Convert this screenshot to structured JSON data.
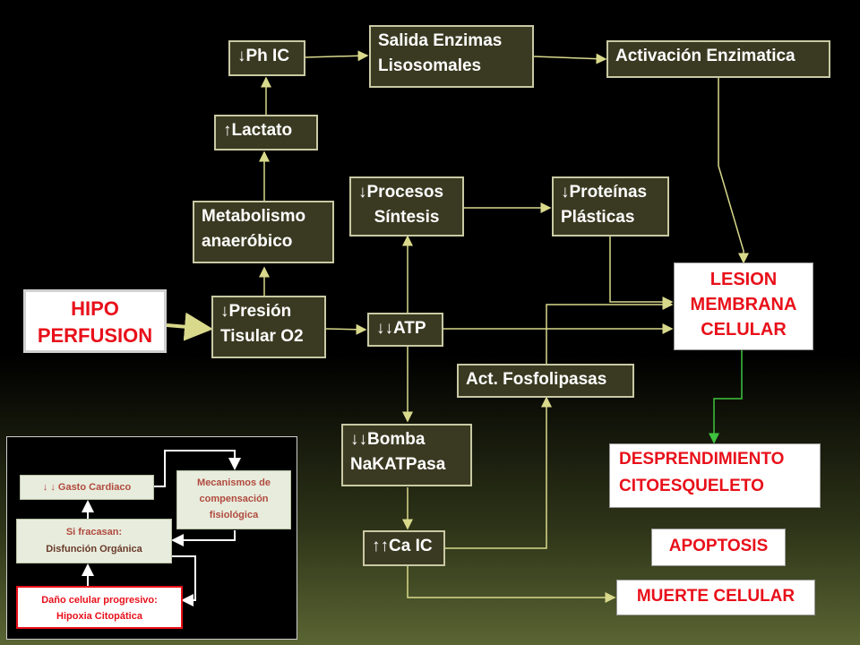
{
  "main": {
    "hipoperfusion": [
      "HIPO",
      "PERFUSION"
    ],
    "presion": [
      "↓Presión",
      "Tisular O2"
    ],
    "metabolismo": [
      "Metabolismo",
      "anaeróbico"
    ],
    "lactato": "↑Lactato",
    "ph": "↓Ph IC",
    "enzimas": [
      "Salida Enzimas",
      "Lisosomales"
    ],
    "activacion": "Activación Enzimatica",
    "procesos": [
      "↓Procesos",
      "Síntesis"
    ],
    "proteinas": [
      "↓Proteínas",
      "Plásticas"
    ],
    "atp": "↓↓ATP",
    "fosfolipasas": "Act. Fosfolipasas",
    "bomba": [
      "↓↓Bomba",
      "NaKATPasa"
    ],
    "ca": "↑↑Ca IC",
    "lesion": [
      "LESION",
      "MEMBRANA",
      "CELULAR"
    ],
    "desprendimiento": [
      "DESPRENDIMIENTO",
      "CITOESQUELETO"
    ],
    "apoptosis": "APOPTOSIS",
    "muerte": "MUERTE CELULAR"
  },
  "inset": {
    "gasto": "↓ ↓ Gasto Cardiaco",
    "mecanismos": [
      "Mecanismos de",
      "compensación",
      "fisiológica"
    ],
    "fracasan": [
      "Si fracasan:",
      "Disfunción Orgánica"
    ],
    "dano": [
      "Daño celular progresivo:",
      "Hipoxia Citopática"
    ]
  },
  "colors": {
    "box_fill": "#3a3a22",
    "box_border": "#c9c9a4",
    "arrow": "#d9d98c",
    "accent_green": "#3fc43f",
    "red_text": "#e8101a"
  }
}
